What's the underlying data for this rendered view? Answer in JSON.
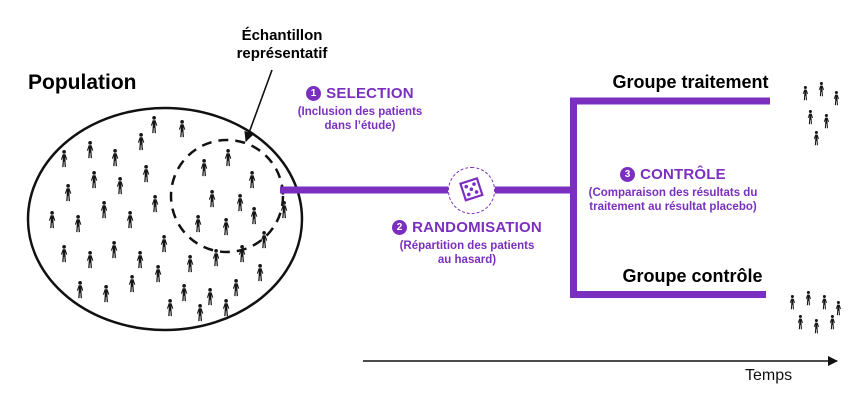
{
  "colors": {
    "purple": "#7B2FBF",
    "text": "#111111"
  },
  "population": {
    "label": "Population"
  },
  "sample": {
    "label_lines": [
      "Échantillon",
      "représentatif"
    ]
  },
  "steps": {
    "selection": {
      "number": "1",
      "title": "SELECTION",
      "subtitle_lines": [
        "(Inclusion des patients",
        "dans l’étude)"
      ]
    },
    "randomisation": {
      "number": "2",
      "title": "RANDOMISATION",
      "subtitle_lines": [
        "(Répartition des patients",
        "au hasard)"
      ]
    },
    "controle": {
      "number": "3",
      "title": "CONTRÔLE",
      "subtitle_lines": [
        "(Comparaison des résultats du",
        "traitement au résultat placebo)"
      ]
    }
  },
  "groups": {
    "treatment": "Groupe traitement",
    "control": "Groupe contrôle"
  },
  "timeline": {
    "label": "Temps"
  },
  "icons": {
    "dice": "⚄",
    "person": "person-silhouette"
  }
}
